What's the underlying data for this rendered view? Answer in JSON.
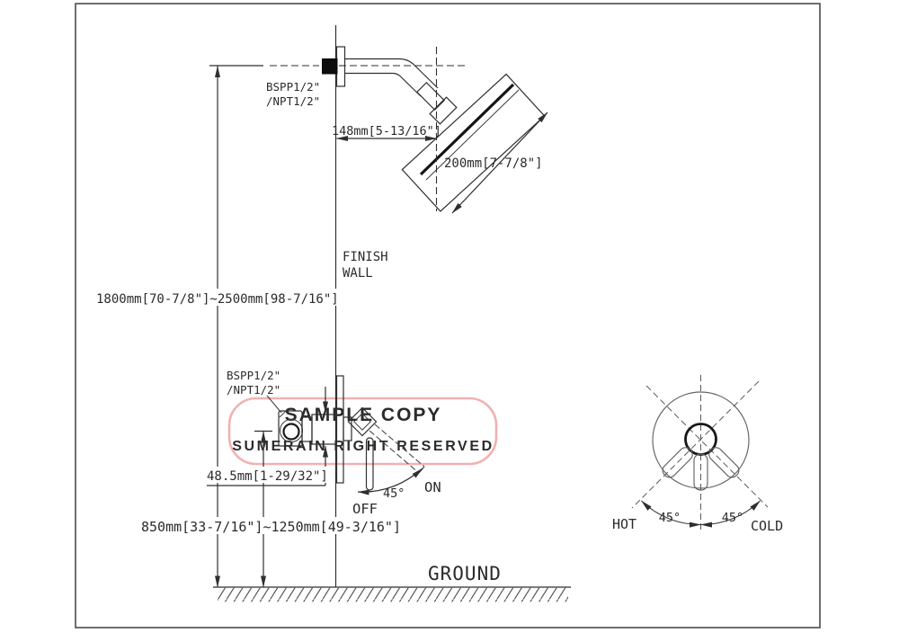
{
  "colors": {
    "background": "#ffffff",
    "line": "#2f2f2f",
    "bold_line": "#111111",
    "front_view_line": "#636363",
    "watermark_border": "#f2b1b1",
    "watermark_title": "#f0b4b4",
    "watermark_subtitle": "#c9bcbc"
  },
  "watermark": {
    "line1": "SAMPLE COPY",
    "line2": "SUMERAIN RIGHT RESERVED"
  },
  "labels": {
    "top_thread": [
      "BSPP1/2\"",
      "/NPT1/2\""
    ],
    "valve_thread": [
      "BSPP1/2\"",
      "/NPT1/2\""
    ],
    "arm_reach": "148mm[5-13/16\"]",
    "head_size": "200mm[7-7/8\"]",
    "finish_wall": [
      "FINISH",
      "WALL"
    ],
    "height_range": "1800mm[70-7/8\"]~2500mm[98-7/16\"]",
    "valve_offset": "48.5mm[1-29/32\"]",
    "valve_height_range": "850mm[33-7/16\"]~1250mm[49-3/16\"]",
    "ground": "GROUND",
    "handle_on": "ON",
    "handle_off": "OFF",
    "handle_angle": "45°",
    "front_view": {
      "hot": "HOT",
      "cold": "COLD",
      "angle_left": "45°",
      "angle_right": "45°"
    }
  }
}
